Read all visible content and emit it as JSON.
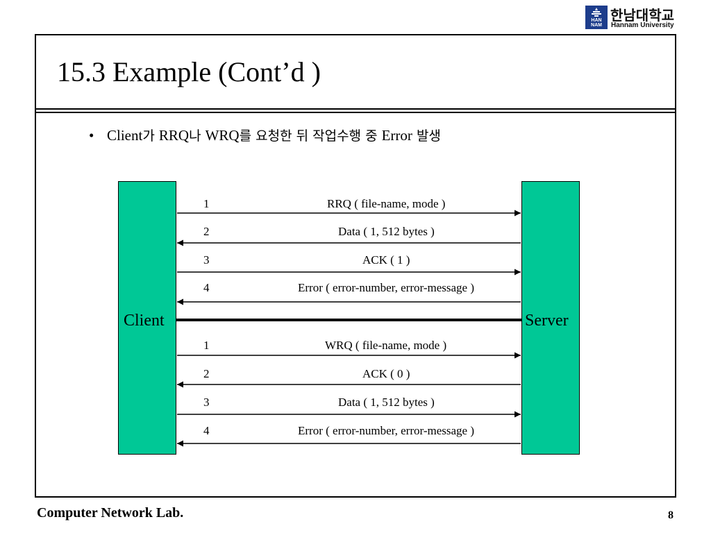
{
  "logo": {
    "korean": "한남대학교",
    "english": "Hannam University",
    "mark_line1": "HAN",
    "mark_line2": "NAM",
    "color": "#1d3d8c"
  },
  "slide": {
    "title": "15.3  Example (Cont’d )",
    "bullet_symbol": "•",
    "bullet_parts": [
      "Client",
      "가  ",
      "RRQ",
      "나  ",
      "WRQ",
      "를  요청한 뒤 작업수행 중 ",
      "Error",
      " 발생"
    ]
  },
  "diagram": {
    "client_label": "Client",
    "server_label": "Server",
    "box_color": "#00c896",
    "rrq_messages": [
      {
        "num": "1",
        "text": "RRQ  ( file-name,  mode )",
        "direction": "to-server"
      },
      {
        "num": "2",
        "text": "Data   ( 1,    512 bytes )",
        "direction": "to-client"
      },
      {
        "num": "3",
        "text": "ACK  ( 1 )",
        "direction": "to-server"
      },
      {
        "num": "4",
        "text": "Error  ( error-number, error-message )",
        "direction": "to-client"
      }
    ],
    "wrq_messages": [
      {
        "num": "1",
        "text": "WRQ  ( file-name,  mode )",
        "direction": "to-server"
      },
      {
        "num": "2",
        "text": "ACK   ( 0 )",
        "direction": "to-client"
      },
      {
        "num": "3",
        "text": "Data    ( 1,    512 bytes )",
        "direction": "to-server"
      },
      {
        "num": "4",
        "text": "Error  ( error-number,  error-message )",
        "direction": "to-client"
      }
    ]
  },
  "footer": {
    "lab": "Computer Network Lab.",
    "page": "8"
  }
}
